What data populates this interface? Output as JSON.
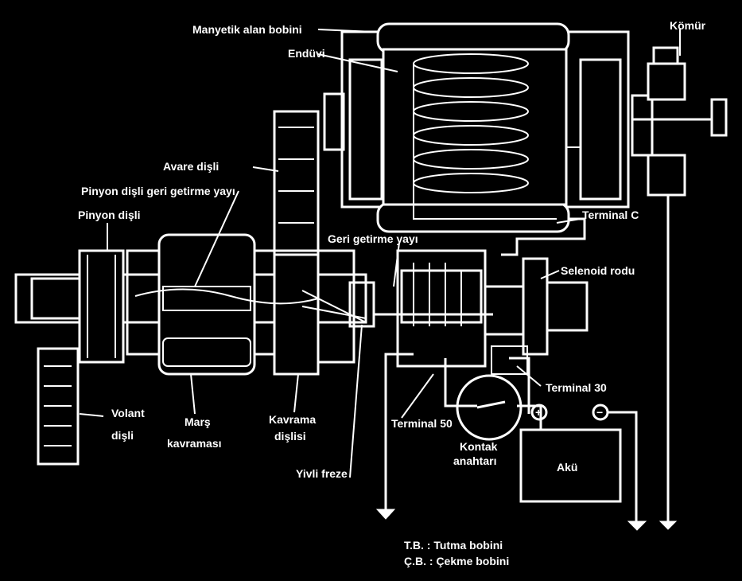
{
  "labels": {
    "manyetik": "Manyetik alan bobini",
    "komur": "Kömür",
    "enduvi": "Endüvi",
    "avare": "Avare dişli",
    "pinyon_geri": "Pinyon dişli geri getirme yayı",
    "pinyon": "Pinyon dişli",
    "terminal_c": "Terminal C",
    "geri_getirme": "Geri getirme yayı",
    "selenoid": "Selenoid rodu",
    "terminal_30": "Terminal 30",
    "terminal_50": "Terminal 50",
    "volant_1": "Volant",
    "volant_2": "dişli",
    "mars_1": "Marş",
    "mars_2": "kavraması",
    "kavrama_1": "Kavrama",
    "kavrama_2": "dişlisi",
    "yivli": "Yivli freze",
    "kontak_1": "Kontak",
    "kontak_2": "anahtarı",
    "aku": "Akü",
    "plus": "+",
    "minus": "−",
    "legend_tb": "T.B. : Tutma bobini",
    "legend_cb": "Ç.B. : Çekme bobini"
  }
}
